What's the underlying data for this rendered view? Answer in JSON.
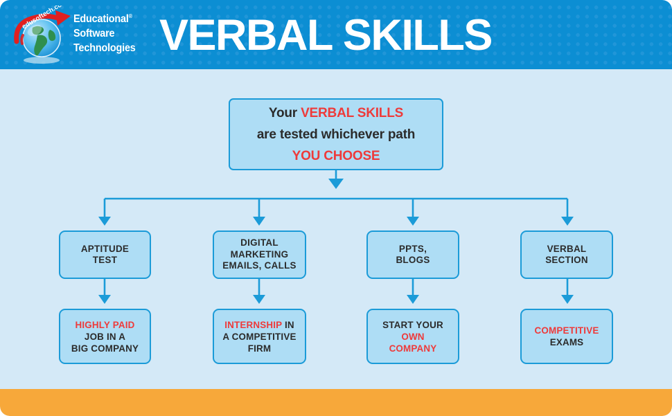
{
  "header": {
    "brand": {
      "line1": "Educational",
      "reg": "®",
      "line2": "Software",
      "line3": "Technologies",
      "logo_text": "edusoftech.com",
      "logo_icon": "globe-with-red-arrow-icon"
    },
    "title": "VERBAL SKILLS",
    "background_color": "#0c8ed3",
    "dot_color": "#2196d8",
    "title_color": "#ffffff"
  },
  "canvas": {
    "background_color": "#d4e9f7",
    "footer_color": "#f7a83a",
    "box_fill": "#aeddf5",
    "box_border": "#1b9bd8",
    "accent_color": "#ee3a3a",
    "text_color": "#2b2b2b"
  },
  "hero": {
    "line1_plain": "Your",
    "line1_accent": "VERBAL SKILLS",
    "line2": "are tested whichever path",
    "line3_accent": "YOU CHOOSE"
  },
  "flow": {
    "categories": [
      {
        "line1": "APTITUDE",
        "line2": "TEST",
        "line3": ""
      },
      {
        "line1": "DIGITAL",
        "line2": "MARKETING",
        "line3": "EMAILS, CALLS"
      },
      {
        "line1": "PPTS,",
        "line2": "BLOGS",
        "line3": ""
      },
      {
        "line1": "VERBAL",
        "line2": "SECTION",
        "line3": ""
      }
    ],
    "outcomes": [
      {
        "l1_accent": "HIGHLY PAID",
        "l1_plain": "",
        "l2_accent": "",
        "l2_plain": "JOB IN A",
        "l3_accent": "",
        "l3_plain": "BIG COMPANY"
      },
      {
        "l1_accent": "INTERNSHIP",
        "l1_plain": " IN",
        "l2_accent": "",
        "l2_plain": "A COMPETITIVE",
        "l3_accent": "",
        "l3_plain": "FIRM"
      },
      {
        "l1_accent": "",
        "l1_plain": "START YOUR",
        "l2_accent": "OWN",
        "l2_plain": "",
        "l3_accent": "COMPANY",
        "l3_plain": ""
      },
      {
        "l1_accent": "COMPETITIVE",
        "l1_plain": "",
        "l2_accent": "",
        "l2_plain": "EXAMS",
        "l3_accent": "",
        "l3_plain": ""
      }
    ]
  }
}
